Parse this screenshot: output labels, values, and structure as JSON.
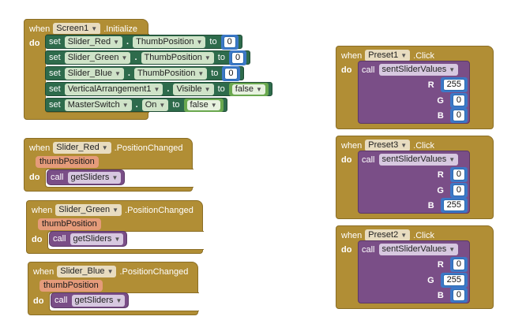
{
  "screen_init": {
    "when": "when",
    "component": "Screen1",
    "event": ".Initialize",
    "do": "do",
    "rows": [
      {
        "set": "set",
        "component": "Slider_Red",
        "dot": ".",
        "property": "ThumbPosition",
        "to": "to",
        "value": "0"
      },
      {
        "set": "set",
        "component": "Slider_Green",
        "dot": ".",
        "property": "ThumbPosition",
        "to": "to",
        "value": "0"
      },
      {
        "set": "set",
        "component": "Slider_Blue",
        "dot": ".",
        "property": "ThumbPosition",
        "to": "to",
        "value": "0"
      },
      {
        "set": "set",
        "component": "VerticalArrangement1",
        "dot": ".",
        "property": "Visible",
        "to": "to",
        "value": "false"
      },
      {
        "set": "set",
        "component": "MasterSwitch",
        "dot": ".",
        "property": "On",
        "to": "to",
        "value": "false"
      }
    ]
  },
  "slider_events": [
    {
      "when": "when",
      "component": "Slider_Red",
      "event": ".PositionChanged",
      "param": "thumbPosition",
      "do": "do",
      "call": "call",
      "procedure": "getSliders"
    },
    {
      "when": "when",
      "component": "Slider_Green",
      "event": ".PositionChanged",
      "param": "thumbPosition",
      "do": "do",
      "call": "call",
      "procedure": "getSliders"
    },
    {
      "when": "when",
      "component": "Slider_Blue",
      "event": ".PositionChanged",
      "param": "thumbPosition",
      "do": "do",
      "call": "call",
      "procedure": "getSliders"
    }
  ],
  "preset_events": [
    {
      "when": "when",
      "component": "Preset1",
      "event": ".Click",
      "do": "do",
      "call": "call",
      "procedure": "sentSliderValues",
      "args": [
        {
          "label": "R",
          "value": "255"
        },
        {
          "label": "G",
          "value": "0"
        },
        {
          "label": "B",
          "value": "0"
        }
      ]
    },
    {
      "when": "when",
      "component": "Preset3",
      "event": ".Click",
      "do": "do",
      "call": "call",
      "procedure": "sentSliderValues",
      "args": [
        {
          "label": "R",
          "value": "0"
        },
        {
          "label": "G",
          "value": "0"
        },
        {
          "label": "B",
          "value": "255"
        }
      ]
    },
    {
      "when": "when",
      "component": "Preset2",
      "event": ".Click",
      "do": "do",
      "call": "call",
      "procedure": "sentSliderValues",
      "args": [
        {
          "label": "R",
          "value": "0"
        },
        {
          "label": "G",
          "value": "255"
        },
        {
          "label": "B",
          "value": "0"
        }
      ]
    }
  ],
  "dropdown_icon": "chevron-down-icon",
  "colors": {
    "event": "#b18e35",
    "setter": "#2e6b4c",
    "procedure": "#7a4e87",
    "number": "#3c78c7",
    "logic": "#6aa84f",
    "param": "#e59b7a"
  }
}
